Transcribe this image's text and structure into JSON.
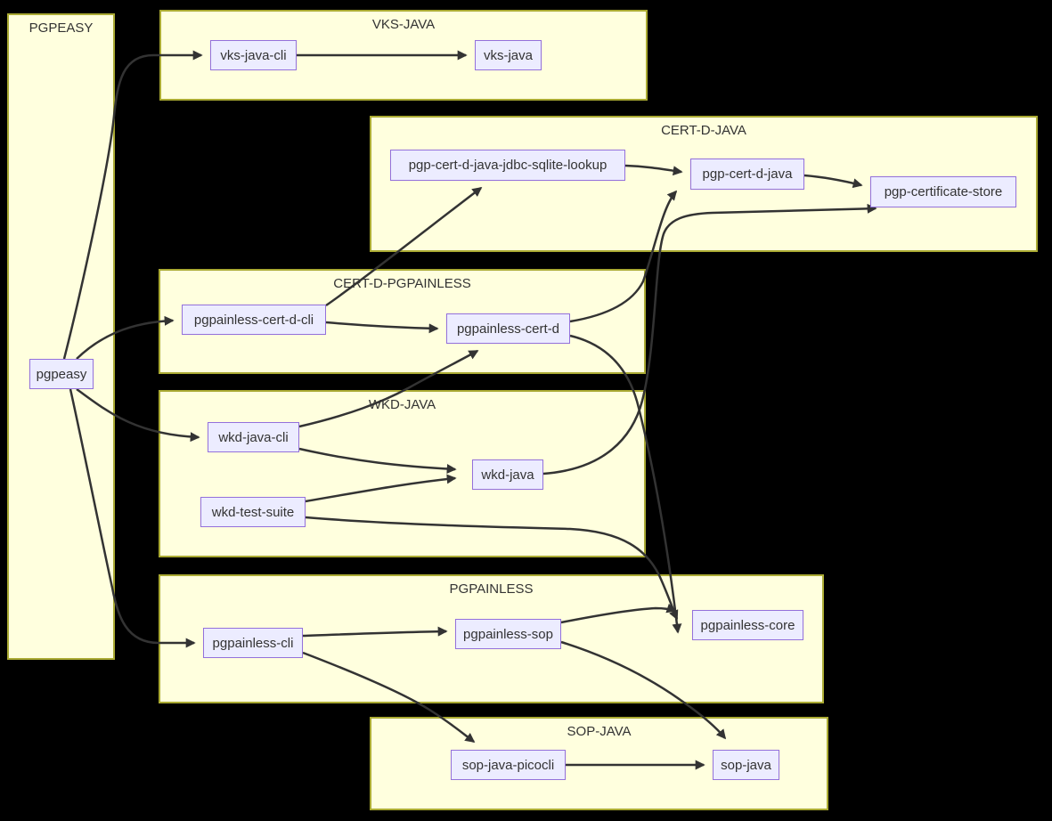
{
  "diagram": {
    "type": "dependency-flowchart",
    "colors": {
      "background": "#000000",
      "cluster_fill": "#ffffde",
      "cluster_border": "#aaaa33",
      "node_fill": "#ececff",
      "node_border": "#9370db",
      "edge": "#333333",
      "text": "#333333"
    },
    "clusters": [
      {
        "id": "pgpeasy-group",
        "label": "PGPEASY"
      },
      {
        "id": "vks-java-group",
        "label": "VKS-JAVA"
      },
      {
        "id": "cert-d-java-group",
        "label": "CERT-D-JAVA"
      },
      {
        "id": "cert-d-pgpainless-group",
        "label": "CERT-D-PGPAINLESS"
      },
      {
        "id": "wkd-java-group",
        "label": "WKD-JAVA"
      },
      {
        "id": "pgpainless-group",
        "label": "PGPAINLESS"
      },
      {
        "id": "sop-java-group",
        "label": "SOP-JAVA"
      }
    ],
    "nodes": [
      {
        "id": "pgpeasy",
        "label": "pgpeasy",
        "cluster": "PGPEASY"
      },
      {
        "id": "vks-java-cli",
        "label": "vks-java-cli",
        "cluster": "VKS-JAVA"
      },
      {
        "id": "vks-java",
        "label": "vks-java",
        "cluster": "VKS-JAVA"
      },
      {
        "id": "pgp-cert-d-java-jdbc-sqlite-lookup",
        "label": "pgp-cert-d-java-jdbc-sqlite-lookup",
        "cluster": "CERT-D-JAVA"
      },
      {
        "id": "pgp-cert-d-java",
        "label": "pgp-cert-d-java",
        "cluster": "CERT-D-JAVA"
      },
      {
        "id": "pgp-certificate-store",
        "label": "pgp-certificate-store",
        "cluster": "CERT-D-JAVA"
      },
      {
        "id": "pgpainless-cert-d-cli",
        "label": "pgpainless-cert-d-cli",
        "cluster": "CERT-D-PGPAINLESS"
      },
      {
        "id": "pgpainless-cert-d",
        "label": "pgpainless-cert-d",
        "cluster": "CERT-D-PGPAINLESS"
      },
      {
        "id": "wkd-java-cli",
        "label": "wkd-java-cli",
        "cluster": "WKD-JAVA"
      },
      {
        "id": "wkd-test-suite",
        "label": "wkd-test-suite",
        "cluster": "WKD-JAVA"
      },
      {
        "id": "wkd-java",
        "label": "wkd-java",
        "cluster": "WKD-JAVA"
      },
      {
        "id": "pgpainless-cli",
        "label": "pgpainless-cli",
        "cluster": "PGPAINLESS"
      },
      {
        "id": "pgpainless-sop",
        "label": "pgpainless-sop",
        "cluster": "PGPAINLESS"
      },
      {
        "id": "pgpainless-core",
        "label": "pgpainless-core",
        "cluster": "PGPAINLESS"
      },
      {
        "id": "sop-java-picocli",
        "label": "sop-java-picocli",
        "cluster": "SOP-JAVA"
      },
      {
        "id": "sop-java",
        "label": "sop-java",
        "cluster": "SOP-JAVA"
      }
    ],
    "edges": [
      {
        "from": "pgpeasy",
        "to": "vks-java-cli"
      },
      {
        "from": "pgpeasy",
        "to": "pgpainless-cert-d-cli"
      },
      {
        "from": "pgpeasy",
        "to": "wkd-java-cli"
      },
      {
        "from": "pgpeasy",
        "to": "pgpainless-cli"
      },
      {
        "from": "vks-java-cli",
        "to": "vks-java"
      },
      {
        "from": "pgpainless-cert-d-cli",
        "to": "pgp-cert-d-java-jdbc-sqlite-lookup"
      },
      {
        "from": "pgpainless-cert-d-cli",
        "to": "pgpainless-cert-d"
      },
      {
        "from": "pgp-cert-d-java-jdbc-sqlite-lookup",
        "to": "pgp-cert-d-java"
      },
      {
        "from": "pgp-cert-d-java",
        "to": "pgp-certificate-store"
      },
      {
        "from": "pgpainless-cert-d",
        "to": "pgp-cert-d-java"
      },
      {
        "from": "pgpainless-cert-d",
        "to": "pgpainless-core"
      },
      {
        "from": "wkd-java-cli",
        "to": "pgpainless-cert-d"
      },
      {
        "from": "wkd-java-cli",
        "to": "wkd-java"
      },
      {
        "from": "wkd-test-suite",
        "to": "wkd-java"
      },
      {
        "from": "wkd-test-suite",
        "to": "pgpainless-core"
      },
      {
        "from": "wkd-java",
        "to": "pgp-certificate-store"
      },
      {
        "from": "pgpainless-cli",
        "to": "pgpainless-sop"
      },
      {
        "from": "pgpainless-cli",
        "to": "sop-java-picocli"
      },
      {
        "from": "pgpainless-sop",
        "to": "pgpainless-core"
      },
      {
        "from": "pgpainless-sop",
        "to": "sop-java"
      },
      {
        "from": "sop-java-picocli",
        "to": "sop-java"
      }
    ]
  }
}
